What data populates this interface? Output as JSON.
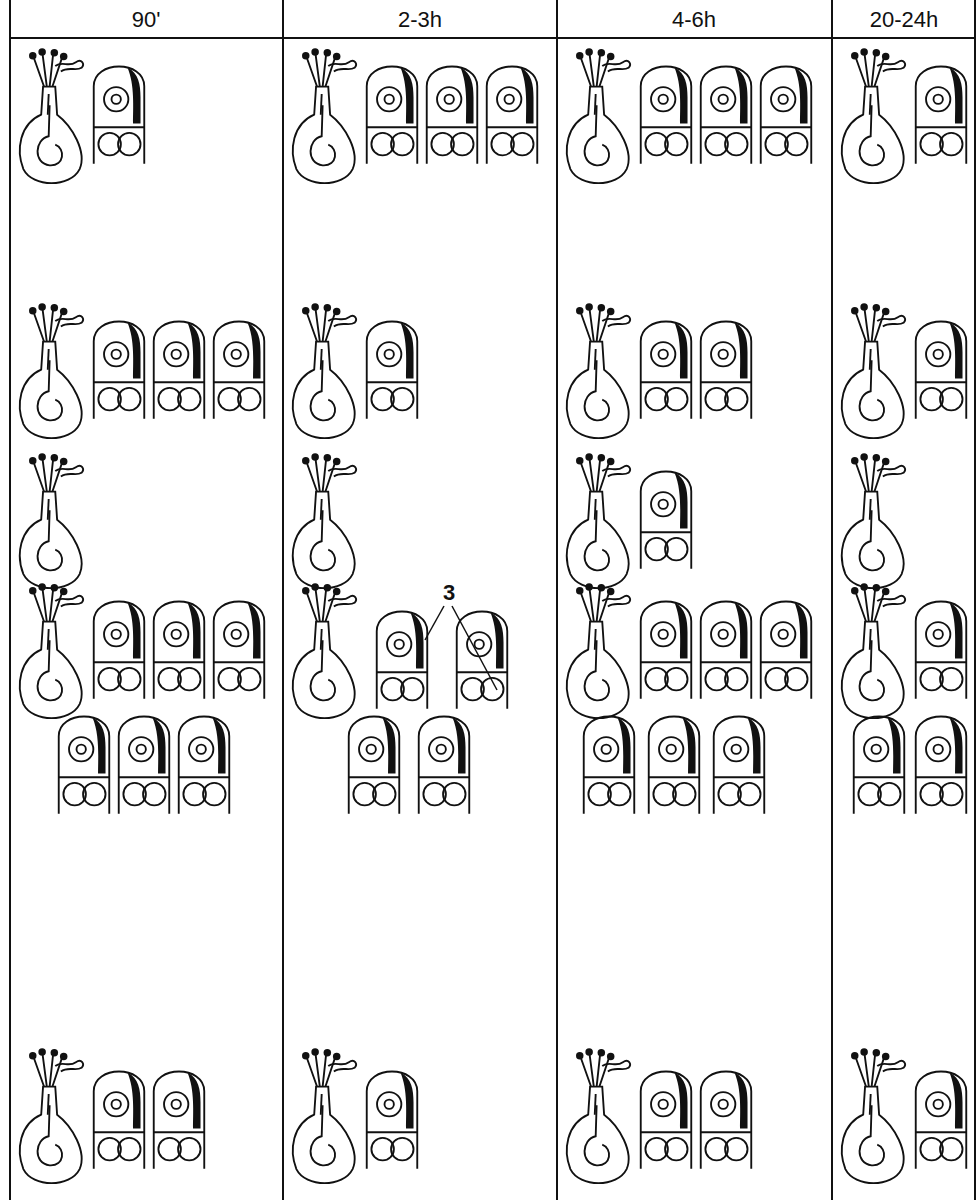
{
  "diagram": {
    "labels": [
      "90'",
      "2-3h",
      "4-6h",
      "20-24h",
      "3"
    ]
  }
}
